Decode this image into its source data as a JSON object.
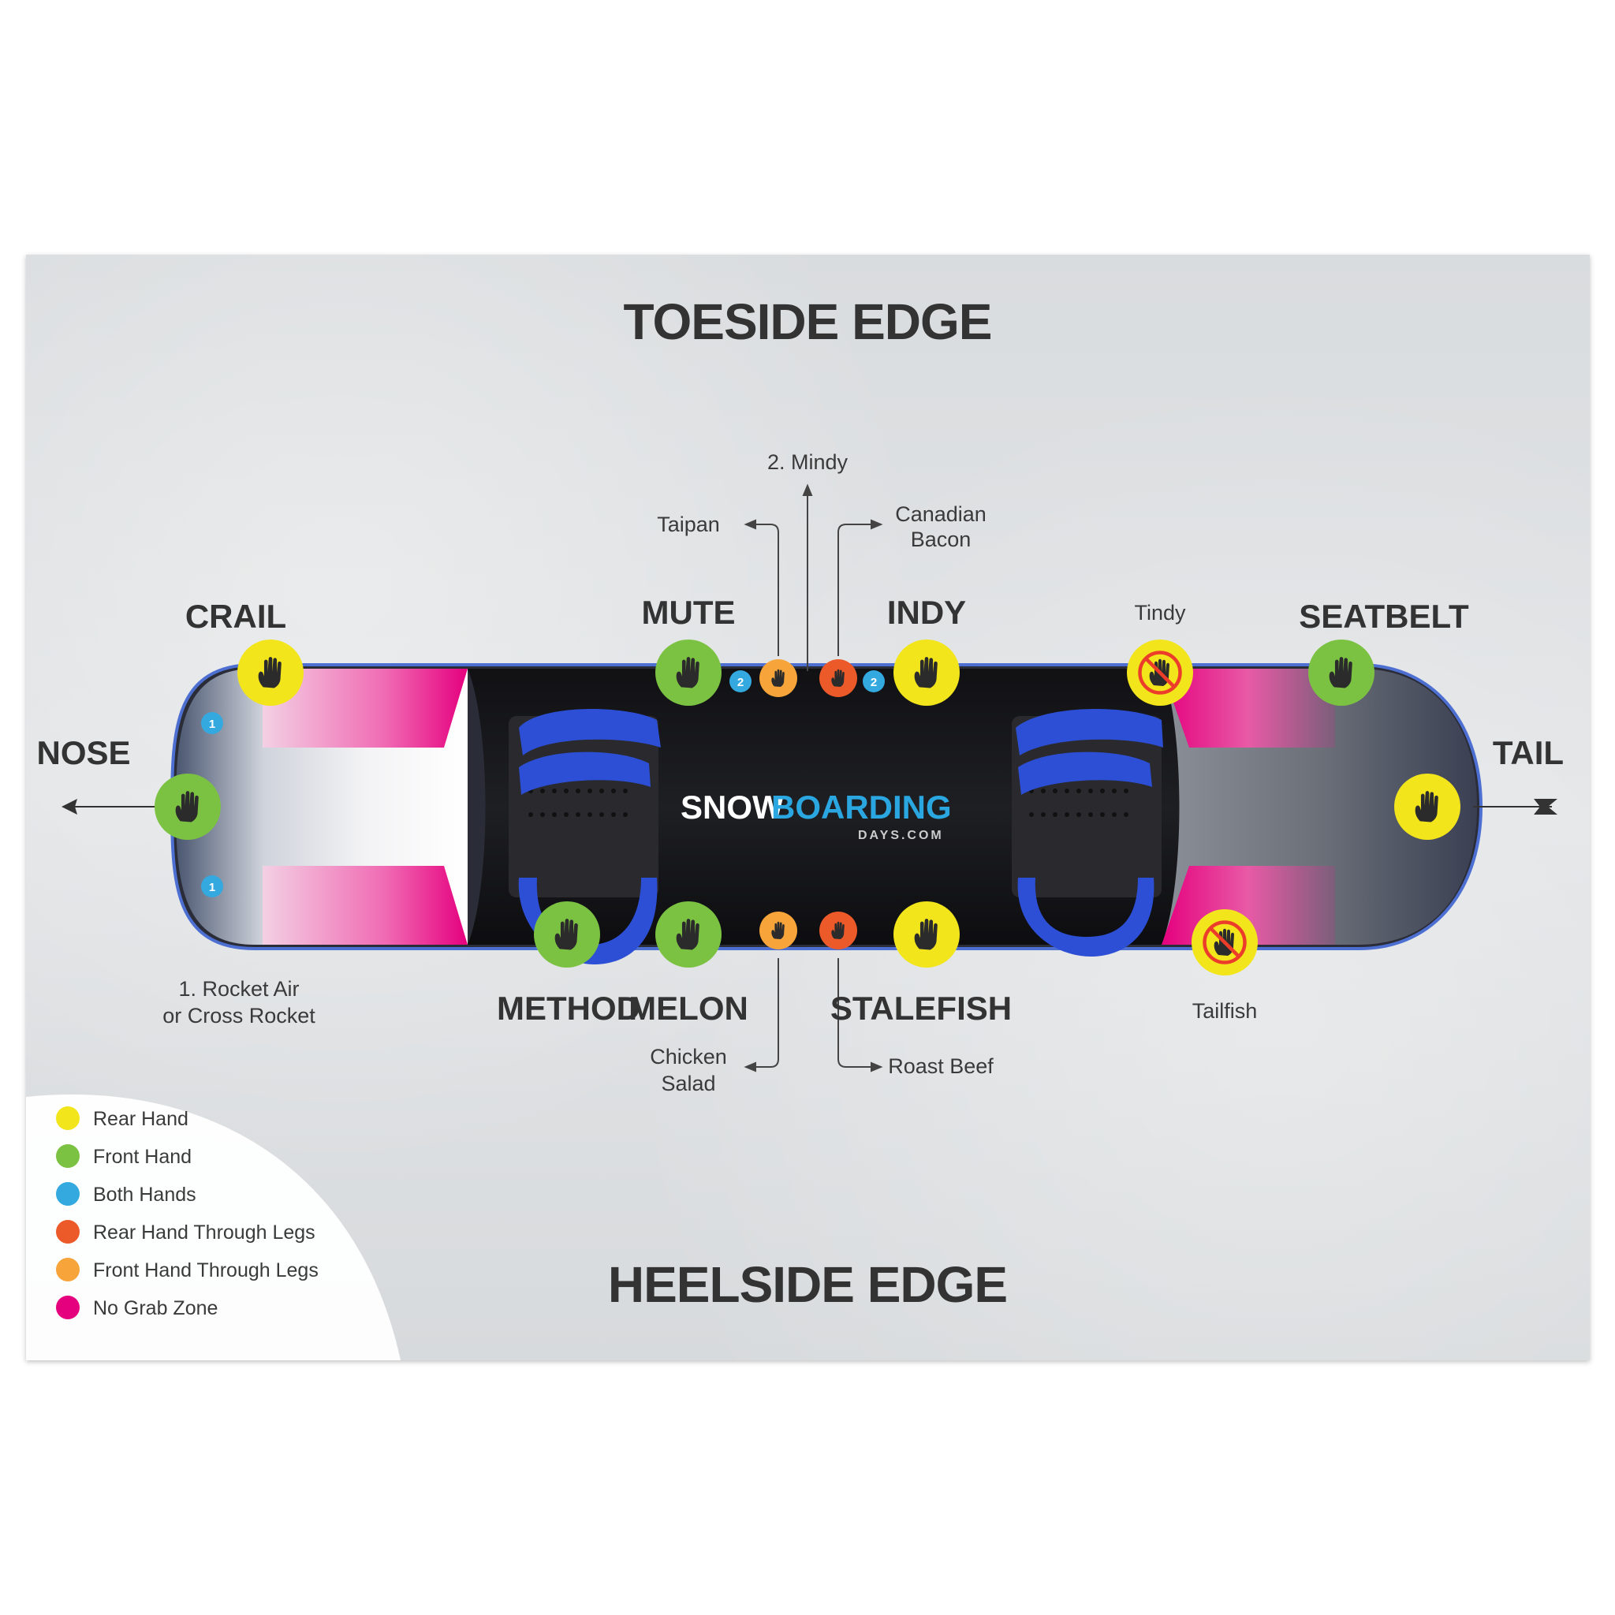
{
  "edges": {
    "toeside": "TOESIDE EDGE",
    "heelside": "HEELSIDE EDGE",
    "nose": "NOSE",
    "tail": "TAIL"
  },
  "grabs": {
    "crail": "CRAIL",
    "mute": "MUTE",
    "indy": "INDY",
    "seatbelt": "SEATBELT",
    "method": "METHOD",
    "melon": "MELON",
    "stalefish": "STALEFISH"
  },
  "variants": {
    "mindy": "2. Mindy",
    "taipan": "Taipan",
    "canadian_bacon_1": "Canadian",
    "canadian_bacon_2": "Bacon",
    "tindy": "Tindy",
    "tailfish": "Tailfish",
    "rocket_air_1": "1. Rocket Air",
    "rocket_air_2": "or Cross Rocket",
    "chicken_salad_1": "Chicken",
    "chicken_salad_2": "Salad",
    "roast_beef": "Roast Beef"
  },
  "markers": {
    "one": "1",
    "two": "2"
  },
  "logo": {
    "text_snow": "SNOW",
    "text_boarding": "BOARDING",
    "text_days": "DAYS.COM"
  },
  "legend": [
    {
      "label": "Rear Hand",
      "color": "#f2e51b"
    },
    {
      "label": "Front Hand",
      "color": "#7cc242"
    },
    {
      "label": "Both Hands",
      "color": "#33a9e0"
    },
    {
      "label": "Rear Hand Through Legs",
      "color": "#ec5a29"
    },
    {
      "label": "Front Hand Through Legs",
      "color": "#f7a43a"
    },
    {
      "label": "No Grab Zone",
      "color": "#e5007e"
    }
  ],
  "colors": {
    "rear_hand": "#f2e51b",
    "front_hand": "#7cc242",
    "both_hands": "#33a9e0",
    "rear_through_legs": "#ec5a29",
    "front_through_legs": "#f7a43a",
    "no_grab": "#e5007e",
    "board": "#1b1c1f",
    "binding": "#2c4fd6"
  },
  "icons": {
    "hand": "hand-icon",
    "no_grab": "no-grab-hand-icon"
  }
}
